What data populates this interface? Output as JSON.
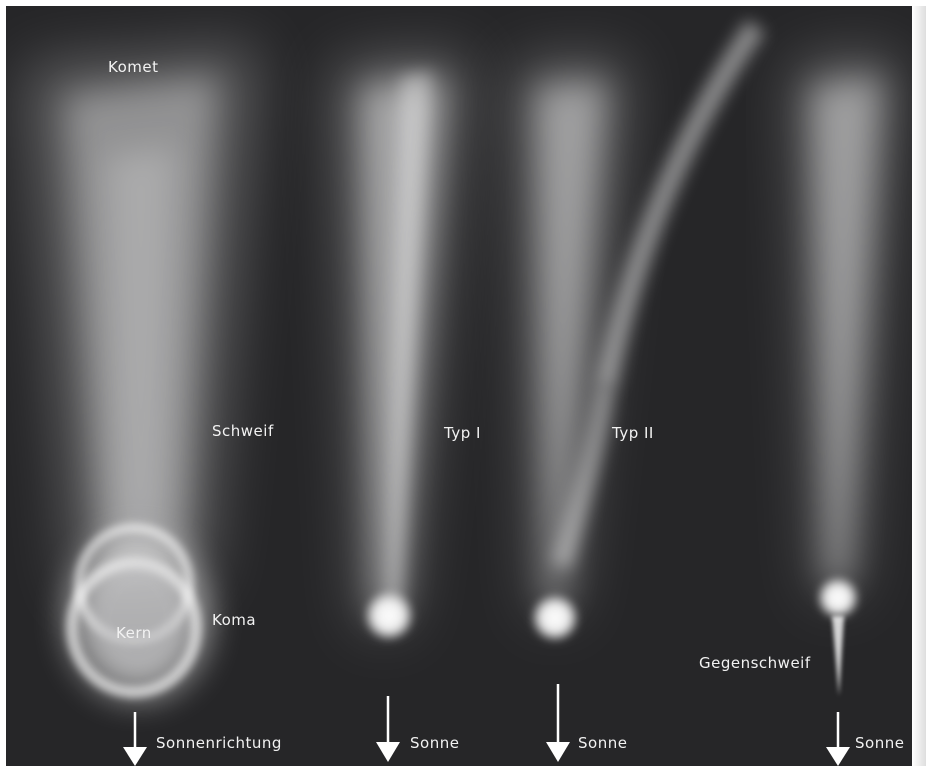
{
  "labels": {
    "komet": "Komet",
    "schweif": "Schweif",
    "kern": "Kern",
    "koma": "Koma",
    "sonnenrichtung": "Sonnenrichtung",
    "typ1": "Typ I",
    "typ2": "Typ II",
    "gegenschweif": "Gegenschweif",
    "sonne_1": "Sonne",
    "sonne_2": "Sonne",
    "sonne_3": "Sonne"
  },
  "colors": {
    "background": "#262628",
    "glow": "#ffffff",
    "text": "#f2f2f2"
  }
}
